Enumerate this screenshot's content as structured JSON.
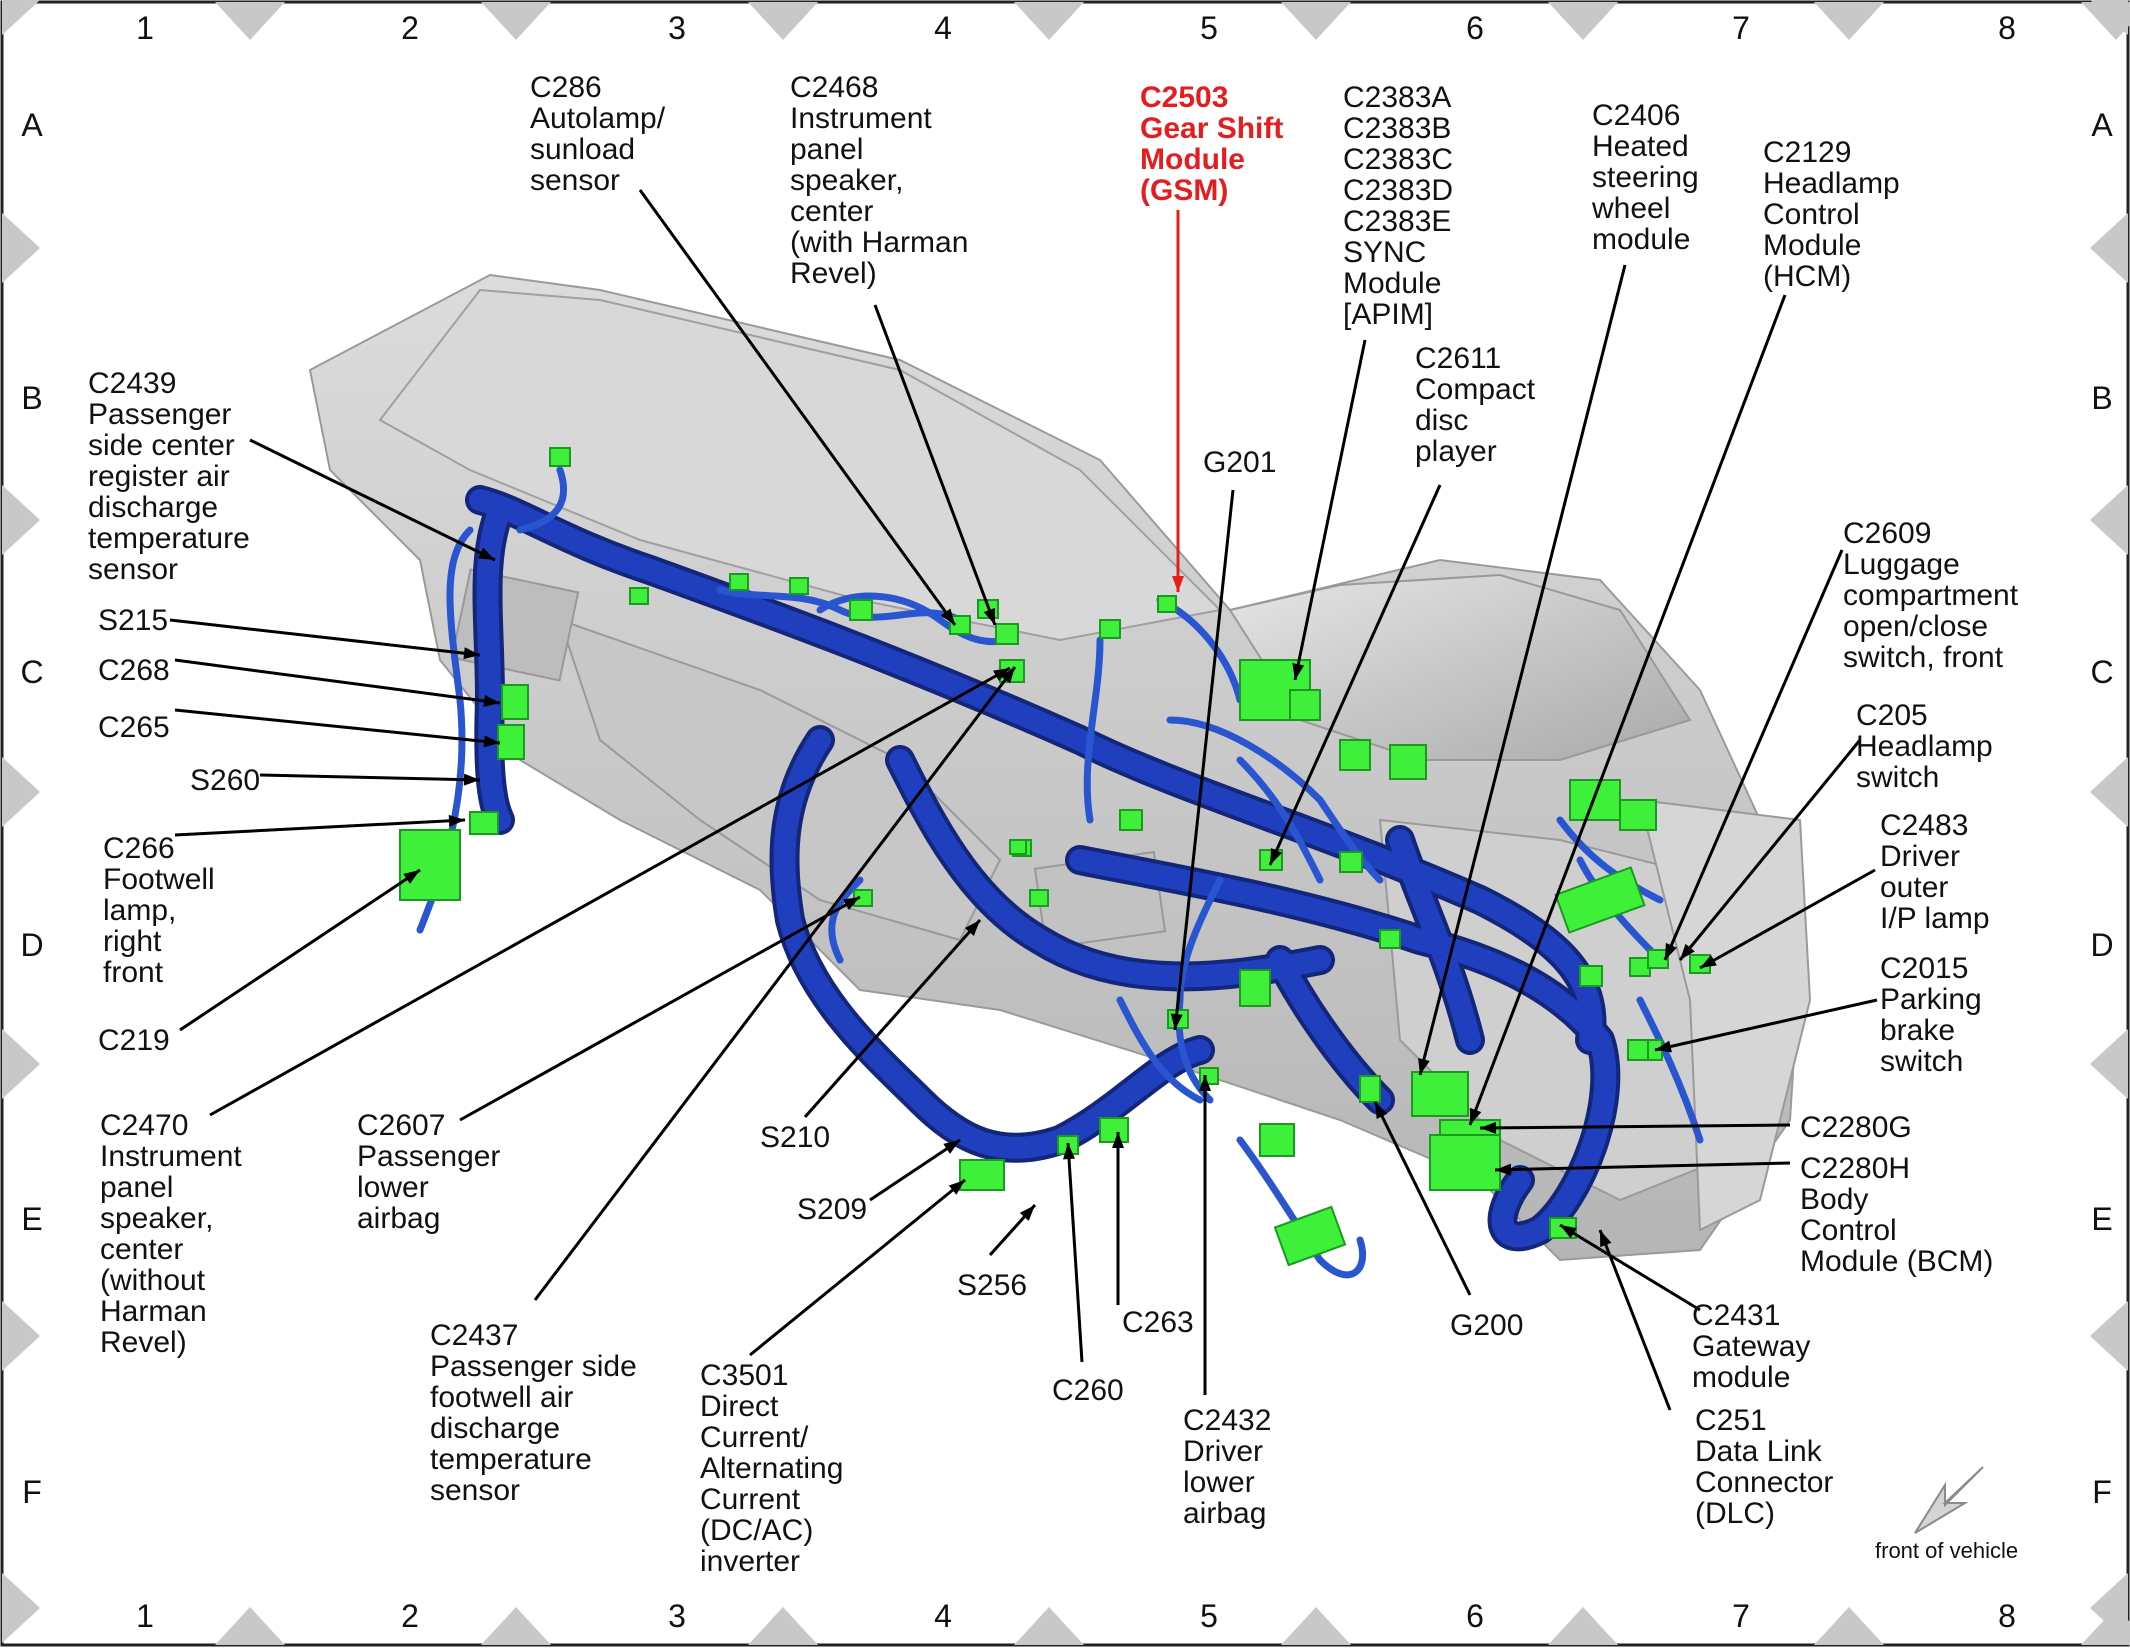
{
  "grid": {
    "columns": [
      "1",
      "2",
      "3",
      "4",
      "5",
      "6",
      "7",
      "8"
    ],
    "rows": [
      "A",
      "B",
      "C",
      "D",
      "E",
      "F"
    ]
  },
  "colors": {
    "harness": "#1f3fbf",
    "harness_dark": "#13267a",
    "connector": "#3ef03a",
    "dash": "#c9c9c9",
    "highlight": "#e41e1e"
  },
  "footnote": "front of vehicle",
  "callouts": {
    "c286": [
      "C286",
      "Autolamp/",
      "sunload",
      "sensor"
    ],
    "c2468": [
      "C2468",
      "Instrument",
      "panel",
      "speaker,",
      "center",
      "(with Harman",
      "Revel)"
    ],
    "c2503": [
      "C2503",
      "Gear Shift",
      "Module",
      "(GSM)"
    ],
    "c2383": [
      "C2383A",
      "C2383B",
      "C2383C",
      "C2383D",
      "C2383E",
      "SYNC",
      "Module",
      "[APIM]"
    ],
    "c2406": [
      "C2406",
      "Heated",
      "steering",
      "wheel",
      "module"
    ],
    "c2129": [
      "C2129",
      "Headlamp",
      "Control",
      "Module",
      "(HCM)"
    ],
    "c2439": [
      "C2439",
      "Passenger",
      "side center",
      "register air",
      "discharge",
      "temperature",
      "sensor"
    ],
    "g201": [
      "G201"
    ],
    "c2611": [
      "C2611",
      "Compact",
      "disc",
      "player"
    ],
    "c2609": [
      "C2609",
      "Luggage",
      "compartment",
      "open/close",
      "switch, front"
    ],
    "s215": [
      "S215"
    ],
    "c268": [
      "C268"
    ],
    "c265": [
      "C265"
    ],
    "s260": [
      "S260"
    ],
    "c205": [
      "C205",
      "Headlamp",
      "switch"
    ],
    "c2483": [
      "C2483",
      "Driver",
      "outer",
      "I/P lamp"
    ],
    "c266": [
      "C266",
      "Footwell",
      "lamp,",
      "right",
      "front"
    ],
    "c2015": [
      "C2015",
      "Parking",
      "brake",
      "switch"
    ],
    "c219": [
      "C219"
    ],
    "c2470": [
      "C2470",
      "Instrument",
      "panel",
      "speaker,",
      "center",
      "(without",
      "Harman",
      "Revel)"
    ],
    "c2607": [
      "C2607",
      "Passenger",
      "lower",
      "airbag"
    ],
    "s210": [
      "S210"
    ],
    "c2280g": [
      "C2280G"
    ],
    "c2280h": [
      "C2280H",
      "Body",
      "Control",
      "Module (BCM)"
    ],
    "s209": [
      "S209"
    ],
    "s256": [
      "S256"
    ],
    "c263": [
      "C263"
    ],
    "g200": [
      "G200"
    ],
    "c2431": [
      "C2431",
      "Gateway",
      "module"
    ],
    "c2437": [
      "C2437",
      "Passenger side",
      "footwell air",
      "discharge",
      "temperature",
      "sensor"
    ],
    "c3501": [
      "C3501",
      "Direct",
      "Current/",
      "Alternating",
      "Current",
      "(DC/AC)",
      "inverter"
    ],
    "c260": [
      "C260"
    ],
    "c2432": [
      "C2432",
      "Driver",
      "lower",
      "airbag"
    ],
    "c251": [
      "C251",
      "Data Link",
      "Connector",
      "(DLC)"
    ]
  }
}
